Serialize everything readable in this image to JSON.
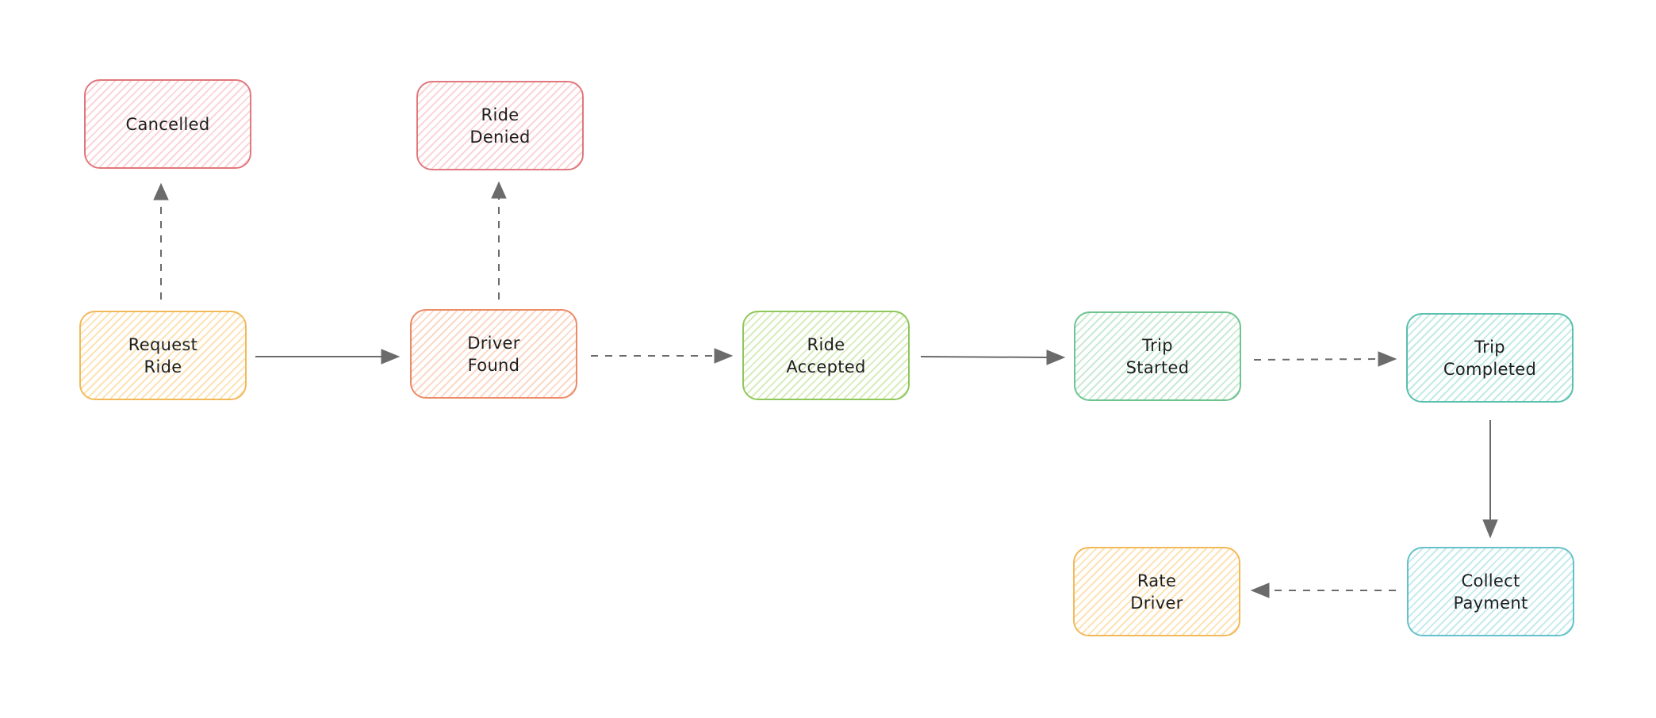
{
  "nodes": {
    "cancelled": {
      "label": "Cancelled",
      "color": "#e0787d"
    },
    "ride_denied": {
      "label": "Ride\nDenied",
      "color": "#e0787d"
    },
    "request_ride": {
      "label": "Request\nRide",
      "color": "#f2b95a"
    },
    "driver_found": {
      "label": "Driver\nFound",
      "color": "#ec8b67"
    },
    "ride_accepted": {
      "label": "Ride\nAccepted",
      "color": "#8fc75a"
    },
    "trip_started": {
      "label": "Trip\nStarted",
      "color": "#6fc38e"
    },
    "trip_completed": {
      "label": "Trip\nCompleted",
      "color": "#59bfae"
    },
    "collect_payment": {
      "label": "Collect\nPayment",
      "color": "#66c2c9"
    },
    "rate_driver": {
      "label": "Rate\nDriver",
      "color": "#f2b95a"
    }
  },
  "edges": [
    {
      "from": "request_ride",
      "to": "cancelled",
      "style": "dashed"
    },
    {
      "from": "driver_found",
      "to": "ride_denied",
      "style": "dashed"
    },
    {
      "from": "request_ride",
      "to": "driver_found",
      "style": "solid"
    },
    {
      "from": "driver_found",
      "to": "ride_accepted",
      "style": "dashed"
    },
    {
      "from": "ride_accepted",
      "to": "trip_started",
      "style": "solid"
    },
    {
      "from": "trip_started",
      "to": "trip_completed",
      "style": "dashed"
    },
    {
      "from": "trip_completed",
      "to": "collect_payment",
      "style": "solid"
    },
    {
      "from": "collect_payment",
      "to": "rate_driver",
      "style": "dashed"
    }
  ]
}
